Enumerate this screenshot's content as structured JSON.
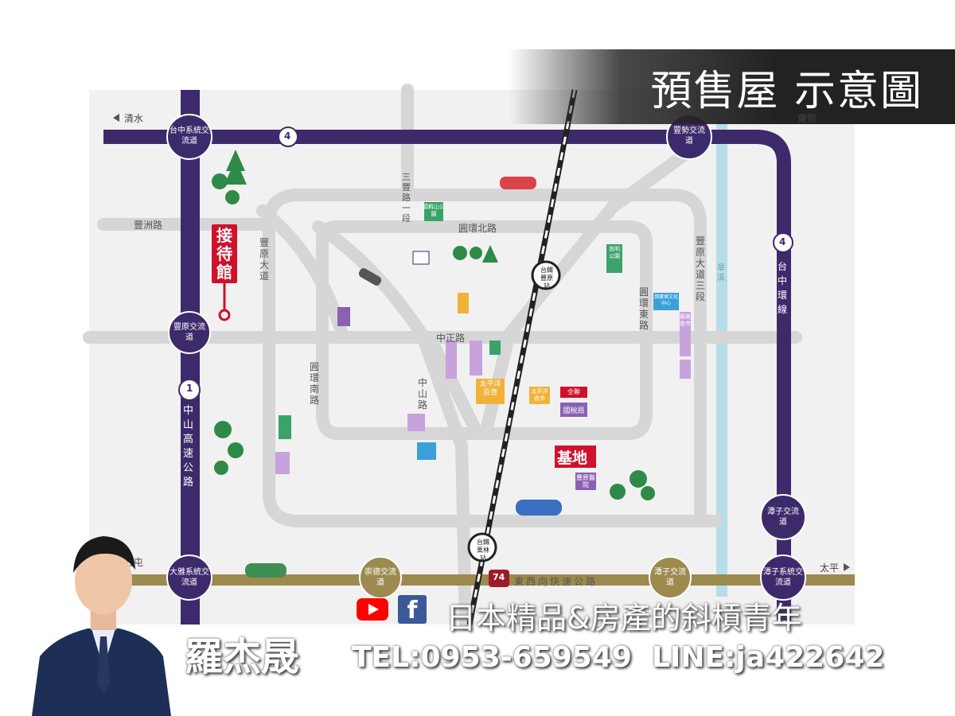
{
  "title": "預售屋 示意圖",
  "roads": {
    "taichung_ring": "台中環線",
    "ring_north": "圓環北路",
    "ring_south": "圓環南路",
    "ring_east": "圓環東路",
    "zhongzheng": "中正路",
    "zhongshan": "中山路",
    "fengzhou": "豐洲路",
    "fengyuan_blvd": "豐原大道",
    "fengyuan_blvd3": "豐原大道三段",
    "sanfeng": "三豐路一段",
    "east_west_expressway": "東西向快速公路",
    "east_ring_vertical": "台中環線",
    "zhongshan_hwy": "中山高速公路",
    "hanxi": "旱溪"
  },
  "directions": {
    "qingshui": "清水",
    "dongshi": "東勢",
    "xitun": "西屯",
    "taiping": "太平"
  },
  "route_numbers": {
    "ring": "4",
    "ring_east": "4",
    "hwy": "1",
    "expressway": "74"
  },
  "interchanges": {
    "taichung_system": "台中系統交流道",
    "fengshi": "豐勢交流道",
    "fengyuan": "豐原交流道",
    "tanzi": "潭子交流道",
    "daya_system": "大雅系統交流道",
    "chongde": "崇德交流道",
    "tanzi_east": "潭子交流道",
    "tanzi_system": "潭子系統交流道"
  },
  "stations": {
    "fengyuan": "台鐵豐原站",
    "lilin": "台鐵栗林站"
  },
  "places": {
    "reception": "接待館",
    "site": "基地",
    "park1": "頭嵙山公園",
    "park2": "翁明公園",
    "pacific": "太平洋百貨",
    "night_market": "太平洋夜市",
    "guoshu": "國稅局",
    "fengyuan_hospital": "豐原醫院",
    "miaodong": "廟東夜市",
    "supermarket": "全聯",
    "cultural": "葫蘆墩文化中心"
  },
  "branding": {
    "channel": "日本精品&房產的斜槓青年",
    "name": "羅杰晟",
    "contact": "TEL:0953-659549  LINE:ja422642"
  },
  "colors": {
    "ring": "#3d2a6b",
    "expressway": "#9c8a4e",
    "road": "#d6d6d6",
    "river": "#b7dde8",
    "accent_red": "#d0112b"
  }
}
